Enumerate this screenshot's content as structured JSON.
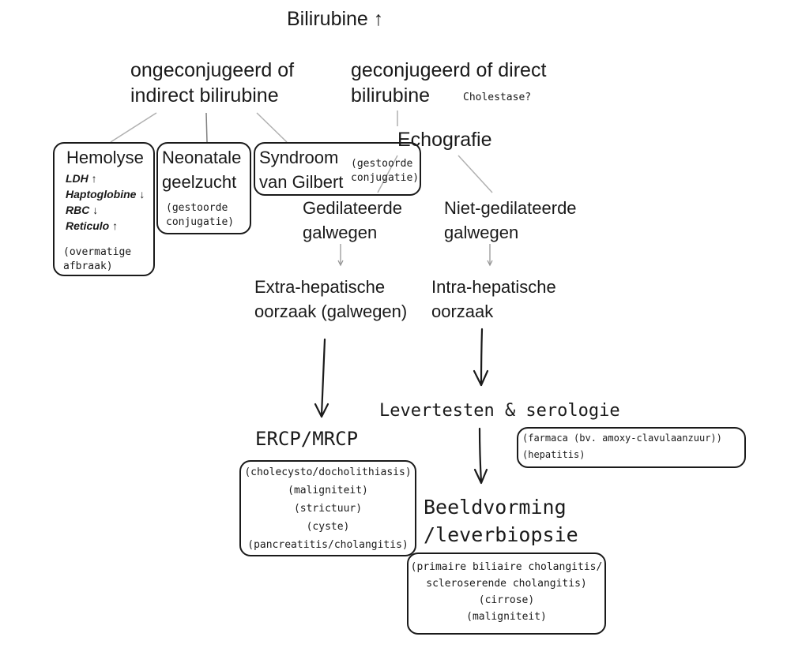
{
  "root": "Bilirubine ↑",
  "branch_left": [
    "ongeconjugeerd of",
    "indirect bilirubine"
  ],
  "branch_right": [
    "geconjugeerd of direct",
    "bilirubine"
  ],
  "cholestase_note": "Cholestase?",
  "echografie": "Echografie",
  "hemolyse": {
    "title": "Hemolyse",
    "markers": [
      "LDH ↑",
      "Haptoglobine ↓",
      "RBC ↓",
      "Reticulo ↑"
    ],
    "note": [
      "(overmatige",
      "afbraak)"
    ]
  },
  "neonatale": {
    "title": [
      "Neonatale",
      "geelzucht"
    ],
    "note": [
      "(gestoorde",
      "conjugatie)"
    ]
  },
  "gilbert": {
    "title": [
      "Syndroom",
      "van Gilbert"
    ],
    "note": [
      "(gestoorde",
      "conjugatie)"
    ]
  },
  "gedilateerd": [
    "Gedilateerde",
    "galwegen"
  ],
  "niet_gedilateerd": [
    "Niet-gedilateerde",
    "galwegen"
  ],
  "extra_hepatisch": [
    "Extra-hepatische",
    "oorzaak (galwegen)"
  ],
  "intra_hepatisch": [
    "Intra-hepatische",
    "oorzaak"
  ],
  "levertesten": "Levertesten & serologie",
  "ercp": "ERCP/MRCP",
  "ercp_causes": [
    "(cholecysto/docholithiasis)",
    "(maligniteit)",
    "(strictuur)",
    "(cyste)",
    "(pancreatitis/cholangitis)"
  ],
  "levertesten_causes": [
    "(farmaca (bv. amoxy-clavulaanzuur))",
    "(hepatitis)"
  ],
  "beeldvorming": [
    "Beeldvorming",
    "/leverbiopsie"
  ],
  "beeldvorming_causes": [
    "(primaire biliaire cholangitis/",
    "scleroserende cholangitis)",
    "(cirrose)",
    "(maligniteit)"
  ]
}
